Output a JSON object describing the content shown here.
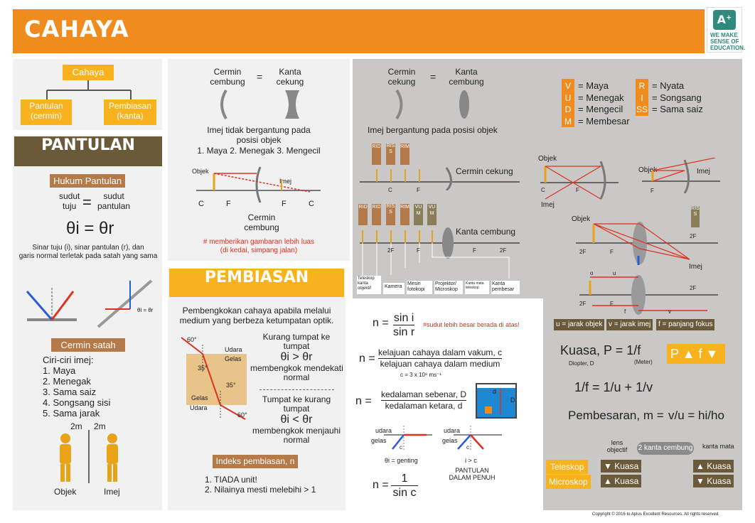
{
  "header": {
    "title": "CAHAYA",
    "logo_line1": "WE MAKE",
    "logo_line2": "SENSE OF",
    "logo_line3": "EDUCATION."
  },
  "tree": {
    "root": "Cahaya",
    "left": "Pantulan\n(cermin)",
    "right": "Pembiasan\n(kanta)"
  },
  "pantulan": {
    "heading": "PANTULAN",
    "hukum": "Hukum Pantulan",
    "eq_left_top": "sudut",
    "eq_left_bot": "tuju",
    "eq_right_top": "sudut",
    "eq_right_bot": "pantulan",
    "theta_eq": "θi = θr",
    "desc1": "Sinar tuju (i), sinar pantulan (r), dan",
    "desc2": "garis normal terletak pada satah yang sama",
    "label_eq": "θi = θr",
    "cermin_satah": "Cermin satah",
    "ciri_title": "Ciri-ciri imej:",
    "ciri": [
      "1. Maya",
      "2. Menegak",
      "3. Sama saiz",
      "4. Songsang sisi",
      "5. Sama jarak"
    ],
    "dist": "2m",
    "objek": "Objek",
    "imej": "Imej"
  },
  "cembung": {
    "cermin": "Cermin\ncembung",
    "eq": "=",
    "kanta": "Kanta\ncekung",
    "desc1": "Imej tidak bergantung pada",
    "desc2": "posisi objek",
    "list": "1. Maya  2. Menegak  3. Mengecil",
    "objek": "Objek",
    "imej": "Imej",
    "labels": [
      "C",
      "F",
      "F",
      "C"
    ],
    "cermin_label": "Cermin\ncembung",
    "note1": "# memberikan gambaran lebih luas",
    "note2": "(di kedai, simpang jalan)"
  },
  "cekung": {
    "cermin": "Cermin\ncekung",
    "eq": "=",
    "kanta": "Kanta\ncembung",
    "desc": "Imej bergantung pada posisi objek",
    "cermin_cekung": "Cermin cekung",
    "kanta_cembung": "Kanta cembung",
    "tags1": [
      "RID",
      "RISS",
      "RIM"
    ],
    "tags2": [
      "RID",
      "RID",
      "RISS",
      "RIM",
      "VUM",
      "VUM"
    ],
    "axis1": [
      "C",
      "F"
    ],
    "axis2": [
      "2F",
      "F",
      "F",
      "2F"
    ],
    "uses": [
      "Teleskop kanta objektif",
      "Kamera",
      "Mesin fotokopi",
      "Projektor/ Microskop",
      "Kanta mata teleskop",
      "Kanta pembesar"
    ]
  },
  "legend": {
    "v": "= Maya",
    "u": "= Menegak",
    "d": "= Mengecil",
    "m": "= Membesar",
    "r": "= Nyata",
    "i": "= Songsang",
    "ss": "= Sama saiz",
    "vL": "V",
    "uL": "U",
    "dL": "D",
    "mL": "M",
    "rL": "R",
    "iL": "I",
    "ssL": "SS"
  },
  "diagrams": {
    "objek": "Objek",
    "imej": "Imej",
    "c": "C",
    "f": "F",
    "twoF": "2F",
    "riss": "RISS",
    "u": "u",
    "v": "v",
    "f2": "f",
    "o": "o"
  },
  "uvf": {
    "u": "u = jarak objek",
    "v": "v = jarak imej",
    "f": "f = panjang fokus"
  },
  "kuasa": {
    "eq": "Kuasa, P = 1/f",
    "p": "P",
    "f": "f",
    "diopter": "Diopter, D",
    "meter": "(Meter)",
    "lens_eq": "1/f = 1/u + 1/v",
    "pembesaran": "Pembesaran, m =",
    "m_eq": "v/u = hi/ho",
    "lens_obj": "lens\nobjectif",
    "kanta_cembung2": "2 kanta cembung",
    "kanta_mata": "kanta mata",
    "teleskop": "Teleskop",
    "microskop": "Microskop",
    "kuasa": "Kuasa",
    "one": "1",
    "u2": "u",
    "v2": "v"
  },
  "pembiasan": {
    "heading": "PEMBIASAN",
    "desc1": "Pembengkokan cahaya apabila melalui",
    "desc2": "medium yang berbeza ketumpatan optik.",
    "a60": "60°",
    "a35": "35°",
    "udara": "Udara",
    "gelas": "Gelas",
    "k1": "Kurang tumpat ke",
    "k2": "tumpat",
    "k3": "θi > θr",
    "k4": "membengkok mendekati",
    "k5": "normal",
    "t1": "Tumpat ke kurang",
    "t2": "tumpat",
    "t3": "θi < θr",
    "t4": "membengkok menjauhi",
    "t5": "normal",
    "indeks": "Indeks pembiasan, n",
    "i1": "1. TIADA unit!",
    "i2": "2. Nilainya mesti melebihi > 1"
  },
  "formulas": {
    "n1": "n =",
    "sini": "sin i",
    "sinr": "sin r",
    "note": "#sudut lebih besar berada di atas!",
    "kel1": "kelajuan cahaya dalam vakum, c",
    "kel2": "kelajuan cahaya dalam medium",
    "c": "c = 3 x 10⁸ ms⁻¹",
    "dal1": "kedalaman sebenar, D",
    "dal2": "kedalaman ketara, d",
    "udara": "udara",
    "gelas": "gelas",
    "genting": "θi = genting",
    "ic": "i > c",
    "pantulan1": "PANTULAN",
    "pantulan2": "DALAM PENUH",
    "one": "1",
    "sinc": "sin c",
    "d": "d",
    "D": "D",
    "cl": "c"
  },
  "copyright": "Copyright © 2016 to Aplus Excellent Resources. All rights reserved."
}
